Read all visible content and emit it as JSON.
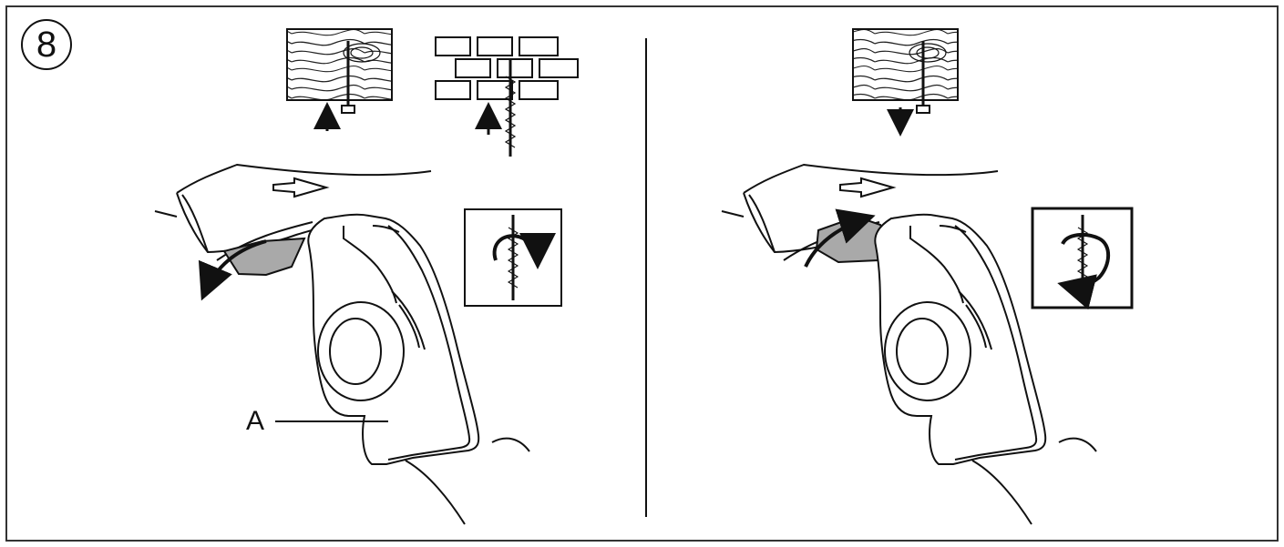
{
  "step": {
    "number": "8"
  },
  "callout": {
    "label": "A"
  },
  "panels": [
    {
      "id": "left",
      "icons": [
        "wood-screw-icon",
        "brick-wall-drill-icon",
        "clockwise-rotation-icon"
      ],
      "rotation": "clockwise",
      "selector": "lever-down"
    },
    {
      "id": "right",
      "icons": [
        "wood-screw-icon",
        "counterclockwise-rotation-icon"
      ],
      "rotation": "counterclockwise",
      "selector": "lever-up"
    }
  ],
  "colors": {
    "line": "#111111",
    "fill": "#ffffff",
    "selector": "#a9a9a9"
  }
}
